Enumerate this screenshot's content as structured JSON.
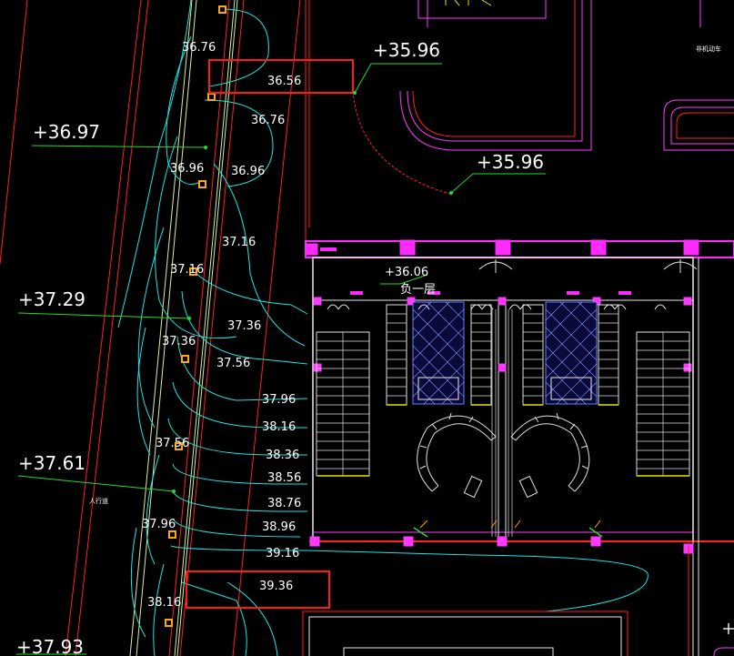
{
  "colors": {
    "background": "#000000",
    "contour": "#19e6e6",
    "road_line": "#ff2020",
    "road_centerline": "#d8f0a0",
    "leader": "#22dd22",
    "building_outline": "#e8e8e8",
    "canopy": "#ff2aff",
    "parking": "#e0e0e0",
    "hatch": "#6680ff",
    "highlight_box": "#ff1a1a",
    "markers": "#ffaa00"
  },
  "contour_labels": [
    {
      "id": "c1",
      "text": "36.76"
    },
    {
      "id": "c2",
      "text": "36.56"
    },
    {
      "id": "c3",
      "text": "36.76"
    },
    {
      "id": "c4",
      "text": "36.96"
    },
    {
      "id": "c5",
      "text": "36.96"
    },
    {
      "id": "c6",
      "text": "37.16"
    },
    {
      "id": "c7",
      "text": "37.16"
    },
    {
      "id": "c8",
      "text": "37.36"
    },
    {
      "id": "c9",
      "text": "37.36"
    },
    {
      "id": "c10",
      "text": "37.56"
    },
    {
      "id": "c11",
      "text": "37.96"
    },
    {
      "id": "c12",
      "text": "38.16"
    },
    {
      "id": "c13",
      "text": "37.56"
    },
    {
      "id": "c14",
      "text": "38.36"
    },
    {
      "id": "c15",
      "text": "38.56"
    },
    {
      "id": "c16",
      "text": "38.76"
    },
    {
      "id": "c17",
      "text": "37.96"
    },
    {
      "id": "c18",
      "text": "38.96"
    },
    {
      "id": "c19",
      "text": "39.16"
    },
    {
      "id": "c20",
      "text": "39.36"
    },
    {
      "id": "c21",
      "text": "38.16"
    }
  ],
  "elevation_callouts": [
    {
      "id": "e1",
      "text": "+35.96"
    },
    {
      "id": "e2",
      "text": "+36.97"
    },
    {
      "id": "e3",
      "text": "+35.96"
    },
    {
      "id": "e4",
      "text": "+37.29"
    },
    {
      "id": "e5",
      "text": "+37.61"
    },
    {
      "id": "e6",
      "text": "+37.93"
    }
  ],
  "building": {
    "entrance_elevation": "+36.06",
    "floor_label": "负一层"
  },
  "misc_labels": {
    "sidewalk": "人行道",
    "top_right_note": "非机动车"
  }
}
